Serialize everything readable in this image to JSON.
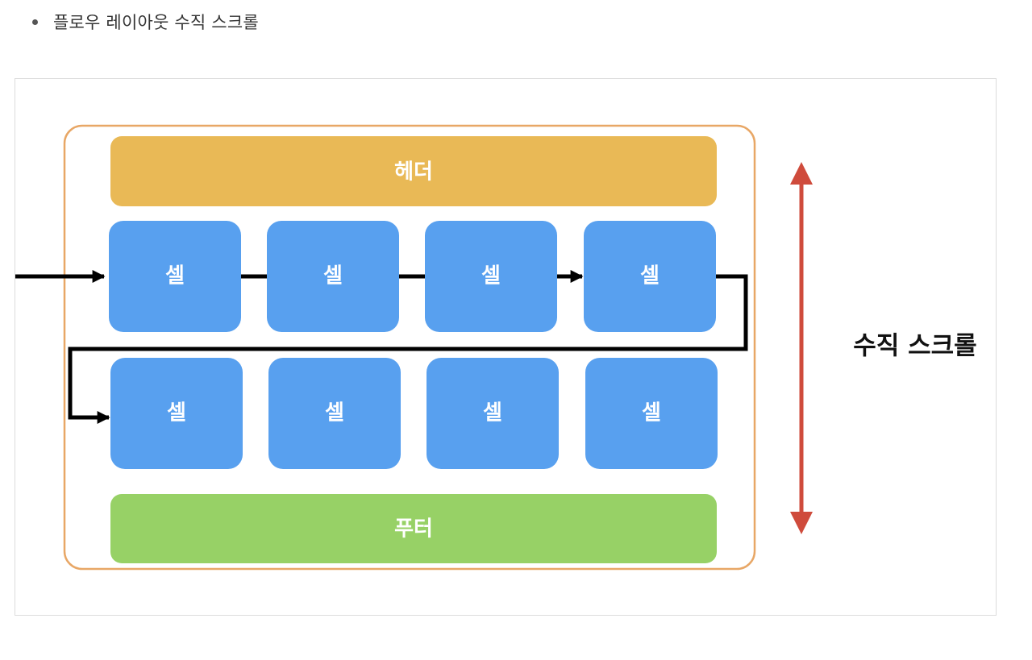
{
  "bullet": {
    "text": "플로우 레이아웃 수직 스크롤"
  },
  "diagram": {
    "header_label": "헤더",
    "footer_label": "푸터",
    "cell_label": "셀",
    "scroll_label": "수직 스크롤",
    "rows": [
      {
        "cells": [
          "셀",
          "셀",
          "셀",
          "셀"
        ]
      },
      {
        "cells": [
          "셀",
          "셀",
          "셀",
          "셀"
        ]
      }
    ],
    "colors": {
      "container_border": "#E8A766",
      "header": "#E9B956",
      "cell": "#58A0EF",
      "footer": "#97D166",
      "flow_line": "#000000",
      "scroll_arrow": "#CF4B3C",
      "label_text": "#FFFFFF"
    }
  }
}
